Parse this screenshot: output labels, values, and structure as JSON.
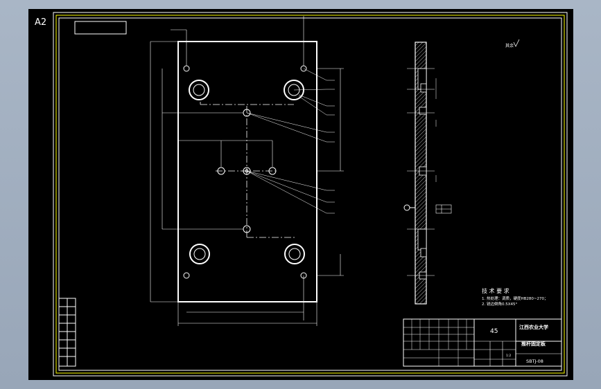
{
  "sheet": {
    "size_label": "A2",
    "technical_requirements": {
      "title": "技 术 要 求",
      "line1": "1. 热处理：调质，硬度HB280~270；",
      "line2": "2. 锐边倒角0.5X45°"
    },
    "surface_symbol": "其余",
    "title_block": {
      "material": "45",
      "university": "江西农业大学",
      "part_name": "推杆固定板",
      "drawing_no": "SBTJ-08",
      "scale": "1:2"
    }
  },
  "colors": {
    "background": "#000000",
    "lines": "#ffffff",
    "border": "#ffff00",
    "frame": "#a9b6c6"
  }
}
